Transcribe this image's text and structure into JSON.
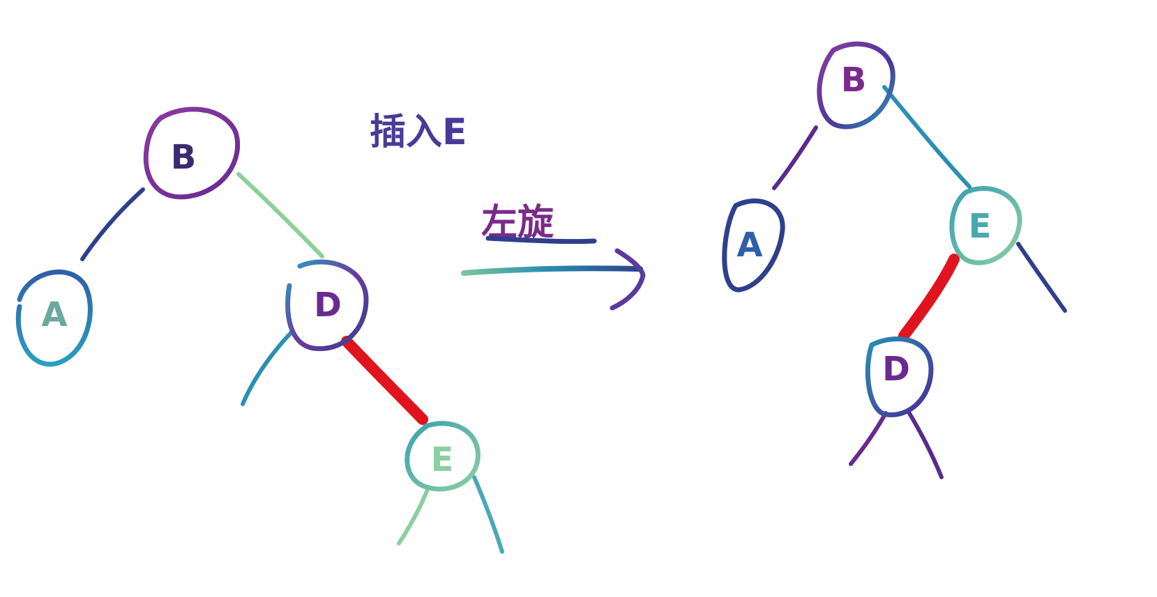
{
  "colors": {
    "purple": "#7a2a8c",
    "navy": "#2f3f8c",
    "teal": "#2a8fb0",
    "mint": "#7cc49a",
    "red": "#e0141e"
  },
  "annotations": {
    "insert_text": "插入E",
    "rotation_text": "左旋"
  },
  "before_tree": {
    "nodes": {
      "b": "B",
      "a": "A",
      "d": "D",
      "e": "E"
    }
  },
  "after_tree": {
    "nodes": {
      "b": "B",
      "a": "A",
      "e": "E",
      "d": "D"
    }
  }
}
